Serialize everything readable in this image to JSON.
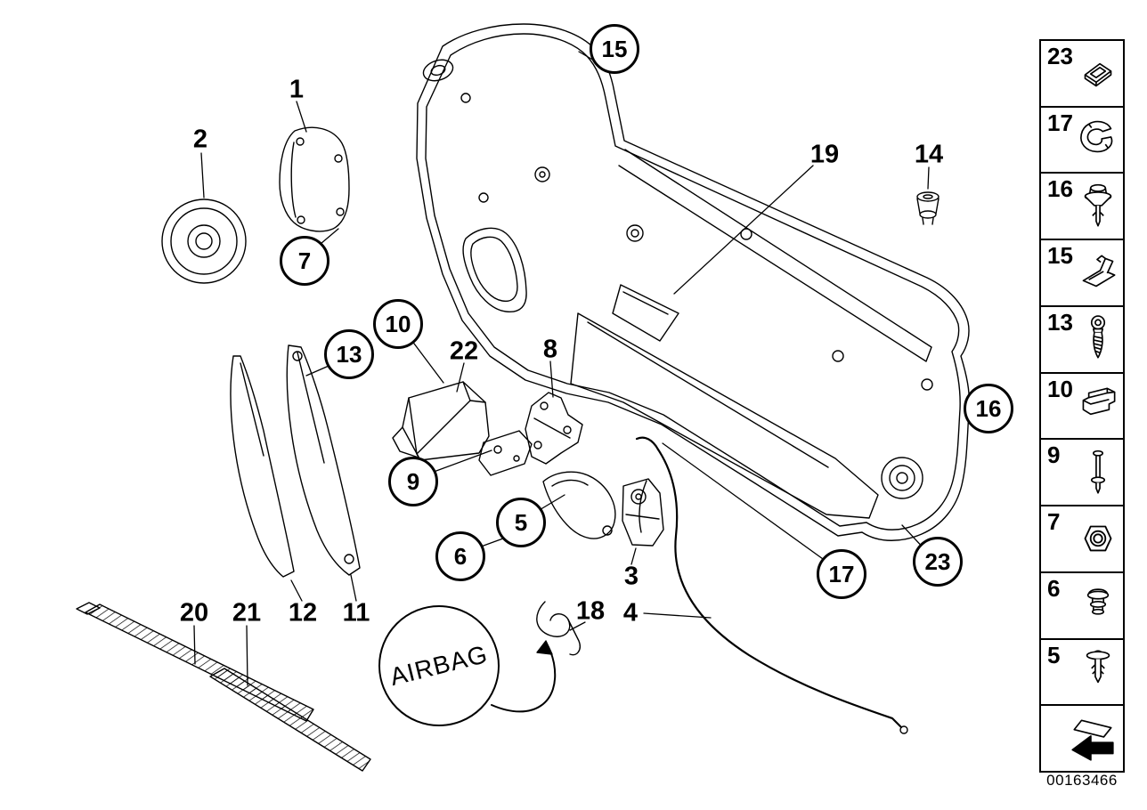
{
  "diagram": {
    "doc_number": "00163466",
    "airbag": {
      "label": "AIRBAG"
    },
    "colors": {
      "line": "#000000",
      "background": "#ffffff"
    },
    "callouts": [
      {
        "label": "1",
        "circled": false
      },
      {
        "label": "2",
        "circled": false
      },
      {
        "label": "7",
        "circled": true
      },
      {
        "label": "15",
        "circled": true
      },
      {
        "label": "19",
        "circled": false
      },
      {
        "label": "14",
        "circled": false
      },
      {
        "label": "10",
        "circled": true
      },
      {
        "label": "13",
        "circled": true
      },
      {
        "label": "22",
        "circled": false
      },
      {
        "label": "8",
        "circled": false
      },
      {
        "label": "16",
        "circled": true
      },
      {
        "label": "9",
        "circled": true
      },
      {
        "label": "5",
        "circled": true
      },
      {
        "label": "6",
        "circled": true
      },
      {
        "label": "3",
        "circled": false
      },
      {
        "label": "17",
        "circled": true
      },
      {
        "label": "23",
        "circled": true
      },
      {
        "label": "20",
        "circled": false
      },
      {
        "label": "21",
        "circled": false
      },
      {
        "label": "12",
        "circled": false
      },
      {
        "label": "11",
        "circled": false
      },
      {
        "label": "18",
        "circled": false
      },
      {
        "label": "4",
        "circled": false
      }
    ]
  },
  "legend": {
    "items": [
      {
        "label": "23",
        "icon": "square-clip"
      },
      {
        "label": "17",
        "icon": "sheet-metal-clip"
      },
      {
        "label": "16",
        "icon": "expanding-rivet"
      },
      {
        "label": "15",
        "icon": "spring-clip"
      },
      {
        "label": "13",
        "icon": "screw"
      },
      {
        "label": "10",
        "icon": "clamp-bracket"
      },
      {
        "label": "9",
        "icon": "pin-rivet"
      },
      {
        "label": "7",
        "icon": "hex-nut"
      },
      {
        "label": "6",
        "icon": "grommet"
      },
      {
        "label": "5",
        "icon": "push-rivet"
      },
      {
        "label": "",
        "icon": "direction-arrow"
      }
    ]
  }
}
